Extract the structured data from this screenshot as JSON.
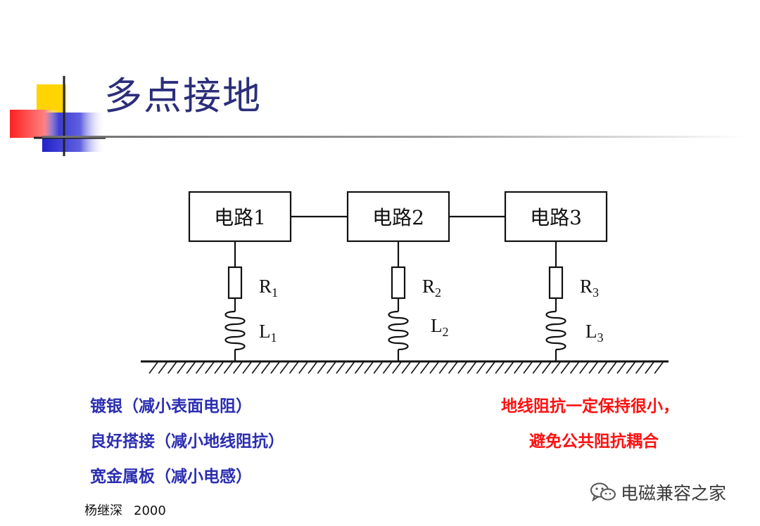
{
  "slide": {
    "title": "多点接地"
  },
  "diagram": {
    "circuits": [
      "电路1",
      "电路2",
      "电路3"
    ],
    "resistors": [
      {
        "symbol": "R",
        "sub": "1"
      },
      {
        "symbol": "R",
        "sub": "2"
      },
      {
        "symbol": "R",
        "sub": "3"
      }
    ],
    "inductors": [
      {
        "symbol": "L",
        "sub": "1"
      },
      {
        "symbol": "L",
        "sub": "2"
      },
      {
        "symbol": "L",
        "sub": "3"
      }
    ]
  },
  "notes_left": [
    "镀银（减小表面电阻）",
    "良好搭接（减小地线阻抗）",
    "宽金属板（减小电感）"
  ],
  "notes_right": [
    "地线阻抗一定保持很小，",
    "避免公共阻抗耦合"
  ],
  "author": {
    "name": "杨继深",
    "year": "2000"
  },
  "watermark": {
    "icon": "wechat-icon",
    "text": "电磁兼容之家"
  },
  "colors": {
    "title": "#2b2e7a",
    "notes_left": "#2b2eb0",
    "notes_right": "#ff1010"
  }
}
